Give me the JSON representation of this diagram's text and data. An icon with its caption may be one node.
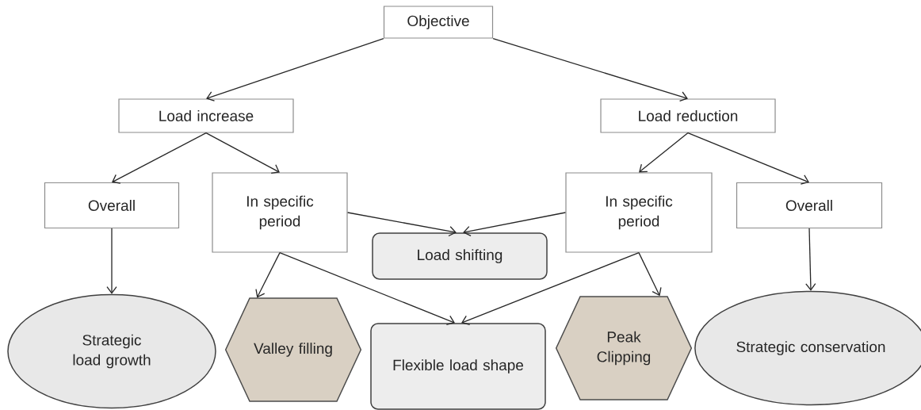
{
  "diagram": {
    "nodes": [
      {
        "text": [
          "Objective"
        ]
      },
      {
        "text": [
          "Load increase"
        ]
      },
      {
        "text": [
          "Load reduction"
        ]
      },
      {
        "text": [
          "Overall"
        ]
      },
      {
        "text": [
          "In specific period"
        ]
      },
      {
        "text": [
          "Load shifting"
        ]
      },
      {
        "text": [
          "In specific period"
        ]
      },
      {
        "text": [
          "Overall"
        ]
      },
      {
        "text": [
          "Strategic load growth"
        ]
      },
      {
        "text": [
          "Valley filling"
        ]
      },
      {
        "text": [
          "Flexible load shape"
        ]
      },
      {
        "text": [
          "Peak Clipping"
        ]
      },
      {
        "text": [
          "Strategic conservation"
        ]
      }
    ],
    "edges": [
      {
        "from": 0,
        "to": 1,
        "arrow": "to"
      },
      {
        "from": 0,
        "to": 2,
        "arrow": "to"
      },
      {
        "from": 1,
        "to": 3,
        "arrow": "to"
      },
      {
        "from": 1,
        "to": 4,
        "arrow": "to"
      },
      {
        "from": 2,
        "to": 6,
        "arrow": "to"
      },
      {
        "from": 2,
        "to": 7,
        "arrow": "to"
      },
      {
        "from": 3,
        "to": 8,
        "arrow": "to"
      },
      {
        "from": 4,
        "to": 5,
        "arrow": "to"
      },
      {
        "from": 4,
        "to": 9,
        "arrow": "to"
      },
      {
        "from": 4,
        "to": 10,
        "arrow": "to"
      },
      {
        "from": 6,
        "to": 5,
        "arrow": "to"
      },
      {
        "from": 6,
        "to": 10,
        "arrow": "to"
      },
      {
        "from": 6,
        "to": 11,
        "arrow": "to"
      },
      {
        "from": 7,
        "to": 12,
        "arrow": "to"
      }
    ]
  }
}
